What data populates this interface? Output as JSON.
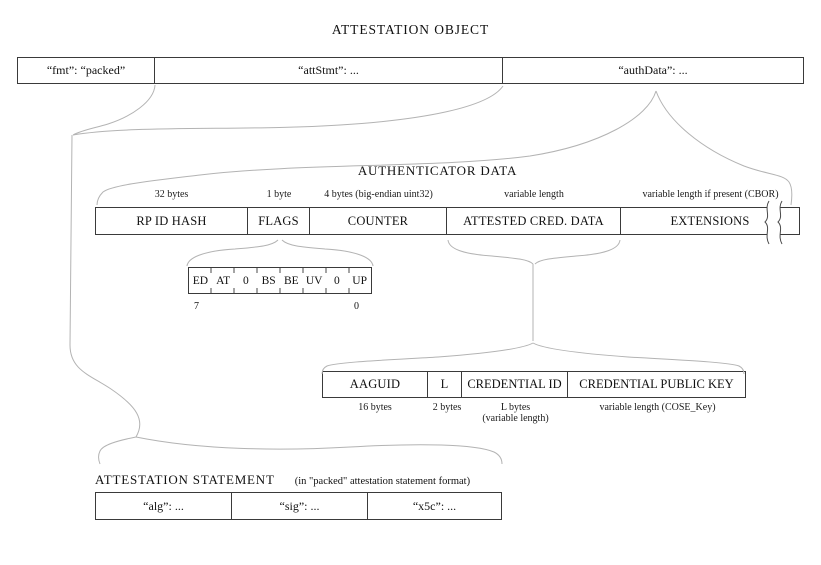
{
  "title": "ATTESTATION OBJECT",
  "attestation_object": {
    "cells": [
      {
        "label": "“fmt”: “packed”"
      },
      {
        "label": "“attStmt”: ..."
      },
      {
        "label": "“authData”: ..."
      }
    ]
  },
  "authenticator_data": {
    "title": "AUTHENTICATOR DATA",
    "fields": [
      {
        "label": "RP ID HASH",
        "size": "32 bytes"
      },
      {
        "label": "FLAGS",
        "size": "1 byte"
      },
      {
        "label": "COUNTER",
        "size": "4 bytes (big-endian uint32)"
      },
      {
        "label": "ATTESTED CRED. DATA",
        "size": "variable length"
      },
      {
        "label": "EXTENSIONS",
        "size": "variable length if present (CBOR)"
      }
    ]
  },
  "flags_bits": {
    "bits": [
      "ED",
      "AT",
      "0",
      "BS",
      "BE",
      "UV",
      "0",
      "UP"
    ],
    "msb_label": "7",
    "lsb_label": "0"
  },
  "attested_cred_data": {
    "fields": [
      {
        "label": "AAGUID",
        "size": "16 bytes",
        "size2": ""
      },
      {
        "label": "L",
        "size": "2 bytes",
        "size2": ""
      },
      {
        "label": "CREDENTIAL ID",
        "size": "L bytes",
        "size2": "(variable length)"
      },
      {
        "label": "CREDENTIAL PUBLIC KEY",
        "size": "variable length (COSE_Key)",
        "size2": ""
      }
    ]
  },
  "attestation_statement": {
    "title": "ATTESTATION STATEMENT",
    "subtitle": "(in \"packed\" attestation statement format)",
    "cells": [
      {
        "label": "“alg”: ..."
      },
      {
        "label": "“sig”: ..."
      },
      {
        "label": "“x5c”: ..."
      }
    ]
  },
  "colors": {
    "background": "#ffffff",
    "box_border": "#3a3a3a",
    "connector_line": "#b3b3b3",
    "text": "#111111"
  }
}
